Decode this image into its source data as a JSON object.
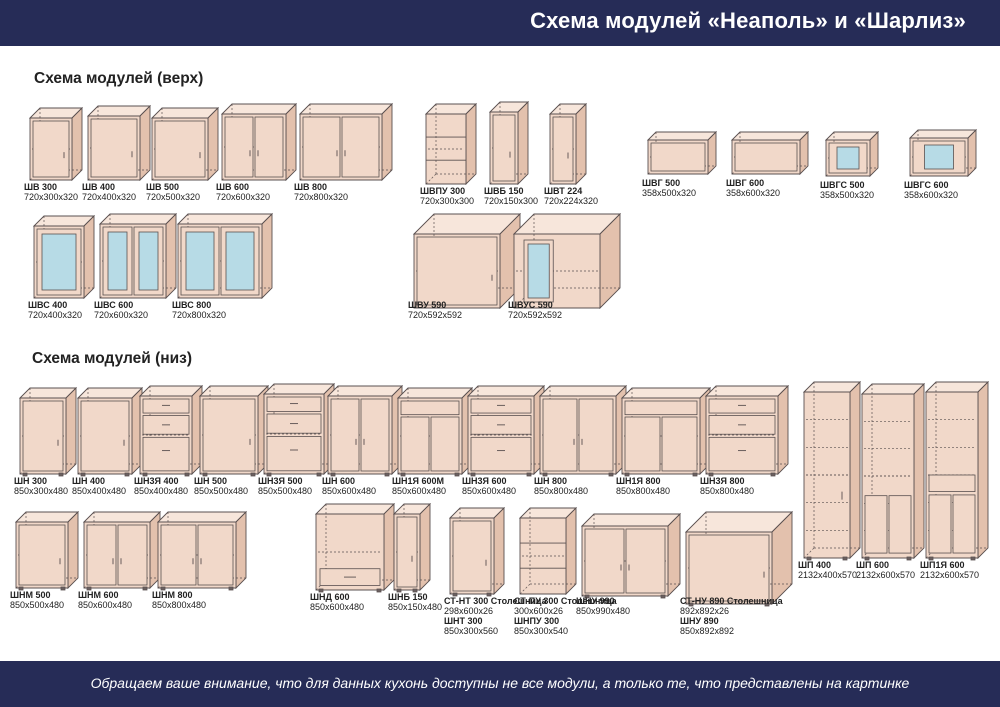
{
  "header": {
    "title": "Схема модулей «Неаполь» и «Шарлиз»"
  },
  "sections": {
    "top_title": "Схема модулей (верх)",
    "bottom_title": "Схема модулей (низ)"
  },
  "footer": {
    "note": "Обращаем ваше внимание, что для данных кухонь доступны не все модули, а только те, что представлены на картинке"
  },
  "colors": {
    "bar": "#262c57",
    "body": "#f1d8c9",
    "side": "#e3c1ad",
    "top": "#f7e6db",
    "outline": "#5a5050",
    "glass": "#b7dbe6"
  },
  "modules": [
    {
      "code": "ШВ 300",
      "dim": "720x300x320"
    },
    {
      "code": "ШВ 400",
      "dim": "720x400x320"
    },
    {
      "code": "ШВ 500",
      "dim": "720x500x320"
    },
    {
      "code": "ШВ 600",
      "dim": "720x600x320"
    },
    {
      "code": "ШВ 800",
      "dim": "720x800x320"
    },
    {
      "code": "ШВПУ 300",
      "dim": "720x300x300"
    },
    {
      "code": "ШВБ 150",
      "dim": "720x150x300"
    },
    {
      "code": "ШВТ 224",
      "dim": "720x224x320"
    },
    {
      "code": "ШВГ 500",
      "dim": "358x500x320"
    },
    {
      "code": "ШВГ 600",
      "dim": "358x600x320"
    },
    {
      "code": "ШВГС 500",
      "dim": "358x500x320"
    },
    {
      "code": "ШВГС 600",
      "dim": "358x600x320"
    },
    {
      "code": "ШВС 400",
      "dim": "720x400x320"
    },
    {
      "code": "ШВС 600",
      "dim": "720x600x320"
    },
    {
      "code": "ШВС 800",
      "dim": "720x800x320"
    },
    {
      "code": "ШВУ 590",
      "dim": "720x592x592"
    },
    {
      "code": "ШВУС 590",
      "dim": "720x592x592"
    },
    {
      "code": "ШН 300",
      "dim": "850x300x480"
    },
    {
      "code": "ШН 400",
      "dim": "850x400x480"
    },
    {
      "code": "ШН3Я 400",
      "dim": "850x400x480"
    },
    {
      "code": "ШН 500",
      "dim": "850x500x480"
    },
    {
      "code": "ШН3Я 500",
      "dim": "850x500x480"
    },
    {
      "code": "ШН 600",
      "dim": "850x600x480"
    },
    {
      "code": "ШН1Я 600М",
      "dim": "850x600x480"
    },
    {
      "code": "ШН3Я 600",
      "dim": "850x600x480"
    },
    {
      "code": "ШН 800",
      "dim": "850x800x480"
    },
    {
      "code": "ШН1Я 800",
      "dim": "850x800x480"
    },
    {
      "code": "ШН3Я 800",
      "dim": "850x800x480"
    },
    {
      "code": "ШП 400",
      "dim": "2132x400x570"
    },
    {
      "code": "ШП 600",
      "dim": "2132x600x570"
    },
    {
      "code": "ШП1Я 600",
      "dim": "2132x600x570"
    },
    {
      "code": "ШНМ 500",
      "dim": "850x500x480"
    },
    {
      "code": "ШНМ 600",
      "dim": "850x600x480"
    },
    {
      "code": "ШНМ 800",
      "dim": "850x800x480"
    },
    {
      "code": "ШНД 600",
      "dim": "850x600x480"
    },
    {
      "code": "ШНБ 150",
      "dim": "850x150x480"
    },
    {
      "code": "СТ-НТ 300 Столешница",
      "dim": "298x600x26",
      "code2": "ШНТ 300",
      "dim2": "850x300x560"
    },
    {
      "code": "СТ-ПУ 300 Столешница",
      "dim": "300x600x26",
      "code2": "ШНПУ 300",
      "dim2": "850x300x540"
    },
    {
      "code": "ШНУ 990",
      "dim": "850x990x480"
    },
    {
      "code": "СТ-НУ 890 Столешница",
      "dim": "892x892x26",
      "code2": "ШНУ 890",
      "dim2": "850x892x892"
    }
  ]
}
